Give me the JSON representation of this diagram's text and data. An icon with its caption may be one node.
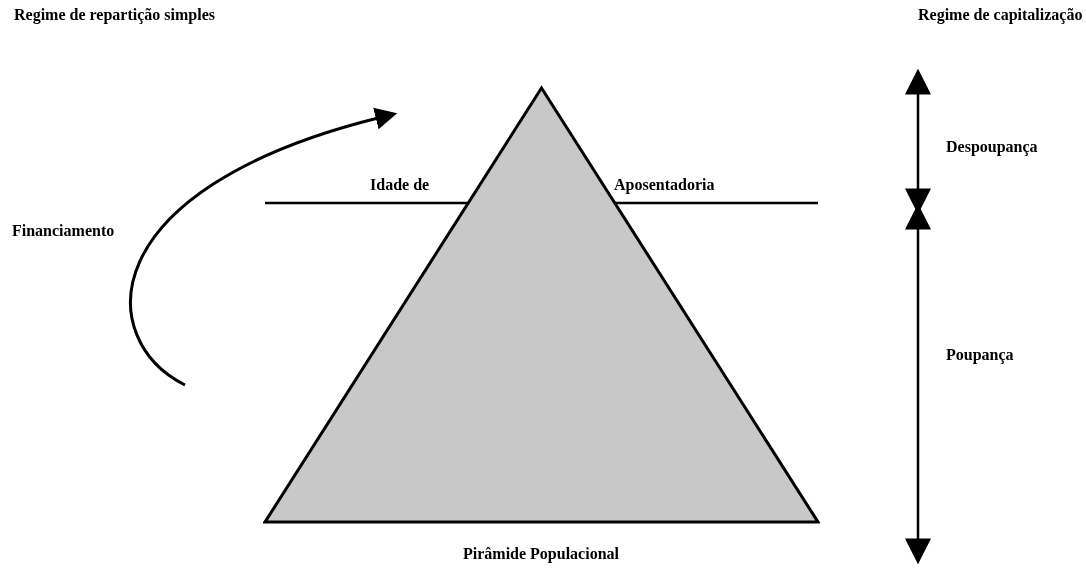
{
  "diagram": {
    "nodes": [
      {
        "text": [],
        "shape": "triangle",
        "beside": [
          "Pirâmide Populacional"
        ]
      }
    ],
    "labels": [
      "Regime de repartição simples",
      "Regime de capitalização",
      "Idade de",
      "Aposentadoria",
      "Despoupança",
      "Financiamento",
      "Poupança"
    ]
  }
}
